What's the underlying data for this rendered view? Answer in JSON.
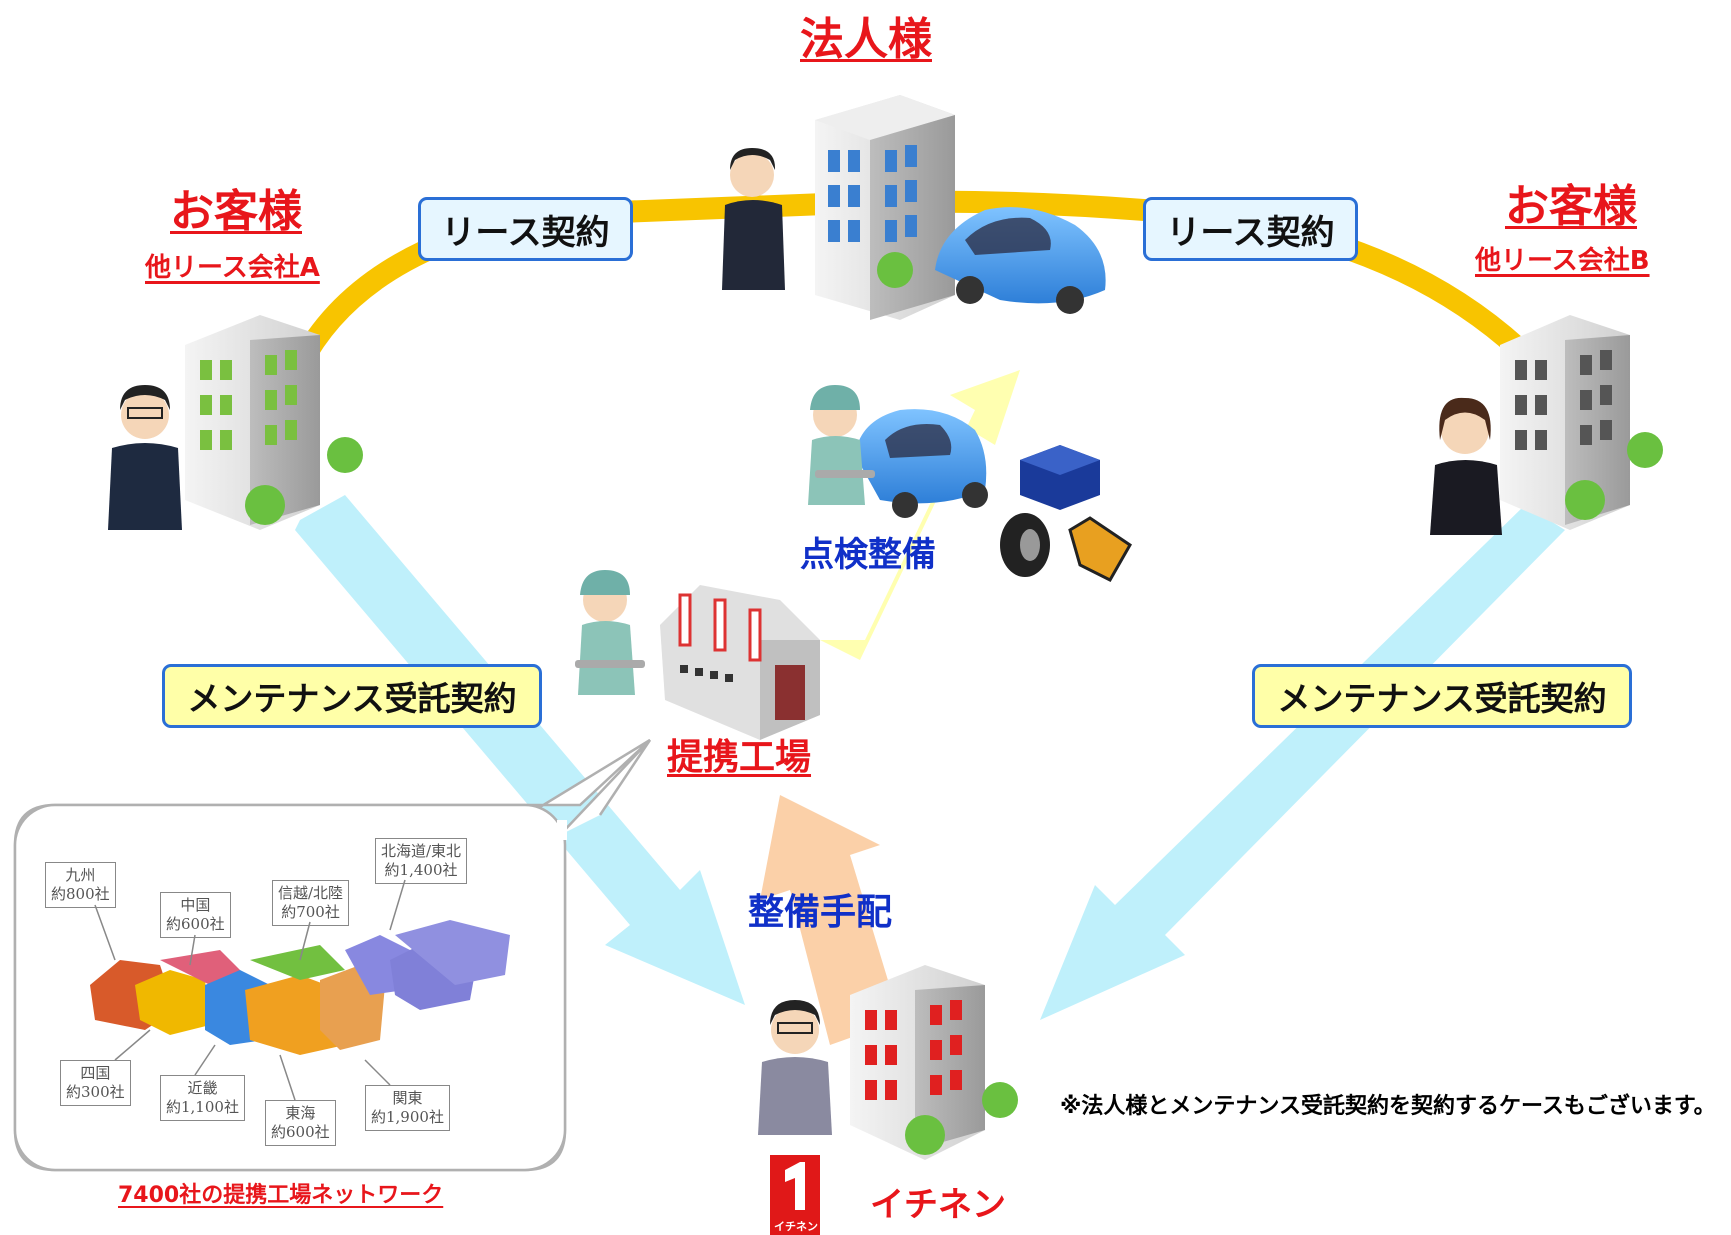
{
  "titles": {
    "corporate": "法人様",
    "customer_a": "お客様",
    "customer_a_sub": "他リース会社A",
    "customer_b": "お客様",
    "customer_b_sub": "他リース会社B",
    "partner_factory": "提携工場",
    "ichinen": "イチネン"
  },
  "boxes": {
    "lease_left": "リース契約",
    "lease_right": "リース契約",
    "maint_left": "メンテナンス受託契約",
    "maint_right": "メンテナンス受託契約"
  },
  "labels": {
    "inspection": "点検整備",
    "arrangement": "整備手配",
    "note": "※法人様とメンテナンス受託契約を契約するケースもございます。",
    "network_caption": "7400社の提携工場ネットワーク",
    "logo_text": "イチネン"
  },
  "map_regions": [
    {
      "name": "九州",
      "count": "約800社"
    },
    {
      "name": "中国",
      "count": "約600社"
    },
    {
      "name": "信越/北陸",
      "count": "約700社"
    },
    {
      "name": "北海道/東北",
      "count": "約1,400社"
    },
    {
      "name": "四国",
      "count": "約300社"
    },
    {
      "name": "近畿",
      "count": "約1,100社"
    },
    {
      "name": "東海",
      "count": "約600社"
    },
    {
      "name": "関東",
      "count": "約1,900社"
    }
  ],
  "colors": {
    "lease_arc": "#f8c400",
    "maint_arrow": "#bff0fb",
    "inspection_arrow": "#ffffb0",
    "arrangement_arrow": "#fbd0a8",
    "title_red": "#e8161b",
    "label_blue": "#1030c8"
  }
}
